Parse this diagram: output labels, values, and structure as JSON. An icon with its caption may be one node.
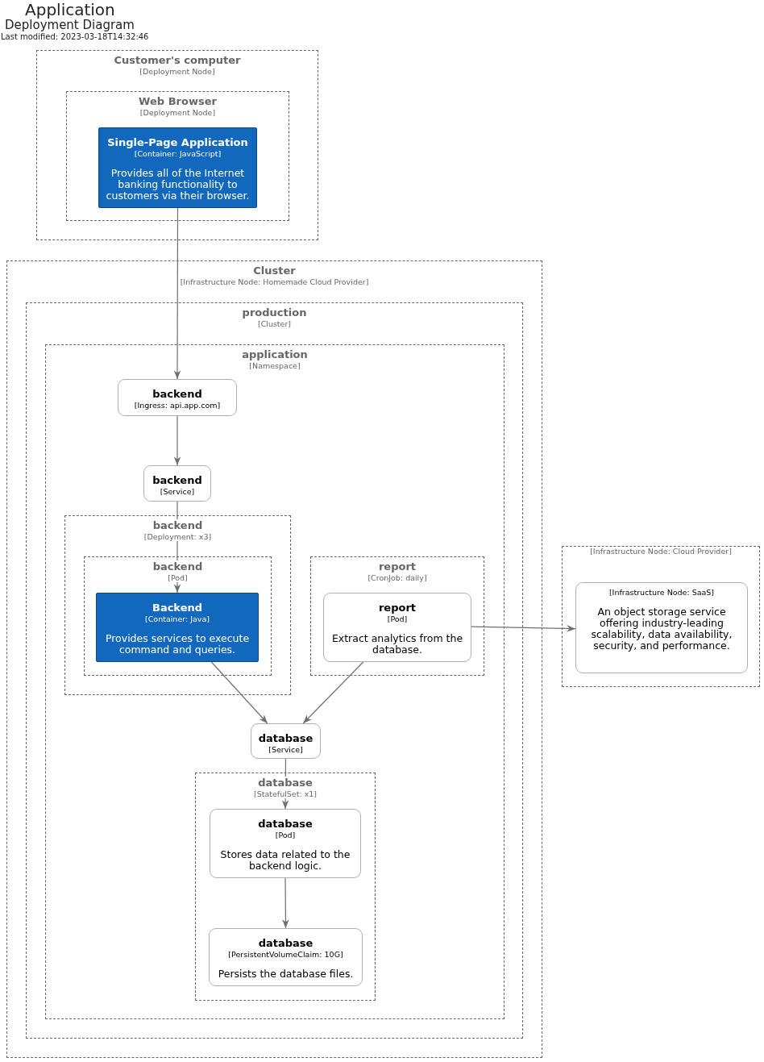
{
  "diagram": {
    "title": "Application",
    "nodes": [
      {
        "text": [
          "Customer's computer",
          "[Deployment Node]"
        ]
      },
      {
        "text": [
          "Web Browser",
          "[Deployment Node]"
        ],
        "in": 0
      },
      {
        "text": [
          "Single-Page Application",
          "[Container: JavaScript]",
          "Provides all of the Internet banking functionality to customers via their browser."
        ],
        "in": 1
      },
      {
        "text": [
          "Cluster",
          "[Infrastructure Node: Homemade Cloud Provider]"
        ]
      },
      {
        "text": [
          "production",
          "[Cluster]"
        ],
        "in": 3
      },
      {
        "text": [
          "application",
          "[Namespace]"
        ],
        "in": 4
      },
      {
        "text": [
          "backend",
          "[Ingress: api.app.com]"
        ],
        "in": 5
      },
      {
        "text": [
          "backend",
          "[Service]"
        ],
        "in": 5
      },
      {
        "text": [
          "backend",
          "[Deployment: x3]"
        ],
        "in": 5
      },
      {
        "text": [
          "backend",
          "[Pod]"
        ],
        "in": 8
      },
      {
        "text": [
          "Backend",
          "[Container: Java]",
          "Provides services to execute command and queries."
        ],
        "in": 9
      },
      {
        "text": [
          "report",
          "[CronJob: daily]"
        ],
        "in": 5
      },
      {
        "text": [
          "report",
          "[Pod]",
          "Extract analytics from the database."
        ],
        "in": 11
      },
      {
        "text": [
          "database",
          "[Service]"
        ],
        "in": 5
      },
      {
        "text": [
          "database",
          "[StatefulSet: x1]"
        ],
        "in": 5
      },
      {
        "text": [
          "database",
          "[Pod]",
          "Stores data related to the backend logic."
        ],
        "in": 14
      },
      {
        "text": [
          "database",
          "[PersistentVolumeClaim: 10G]",
          "Persists the database files."
        ],
        "in": 14
      },
      {
        "text": [
          "[Infrastructure Node: Cloud Provider]"
        ]
      },
      {
        "text": [
          "[Infrastructure Node: SaaS]",
          "An object storage service offering industry-leading scalability, data availability, security, and performance."
        ],
        "in": 17
      }
    ],
    "edges": [
      {
        "from": 2,
        "to": 6,
        "arrow": "to"
      },
      {
        "from": 6,
        "to": 7,
        "arrow": "to"
      },
      {
        "from": 7,
        "to": 10,
        "arrow": "to"
      },
      {
        "from": 10,
        "to": 13,
        "arrow": "to"
      },
      {
        "from": 12,
        "to": 13,
        "arrow": "to"
      },
      {
        "from": 13,
        "to": 15,
        "arrow": "to"
      },
      {
        "from": 15,
        "to": 16,
        "arrow": "to"
      },
      {
        "from": 12,
        "to": 18,
        "arrow": "to"
      }
    ],
    "labels": [
      "Deployment Diagram",
      "Last modified: 2023-03-18T14:32:46"
    ]
  }
}
